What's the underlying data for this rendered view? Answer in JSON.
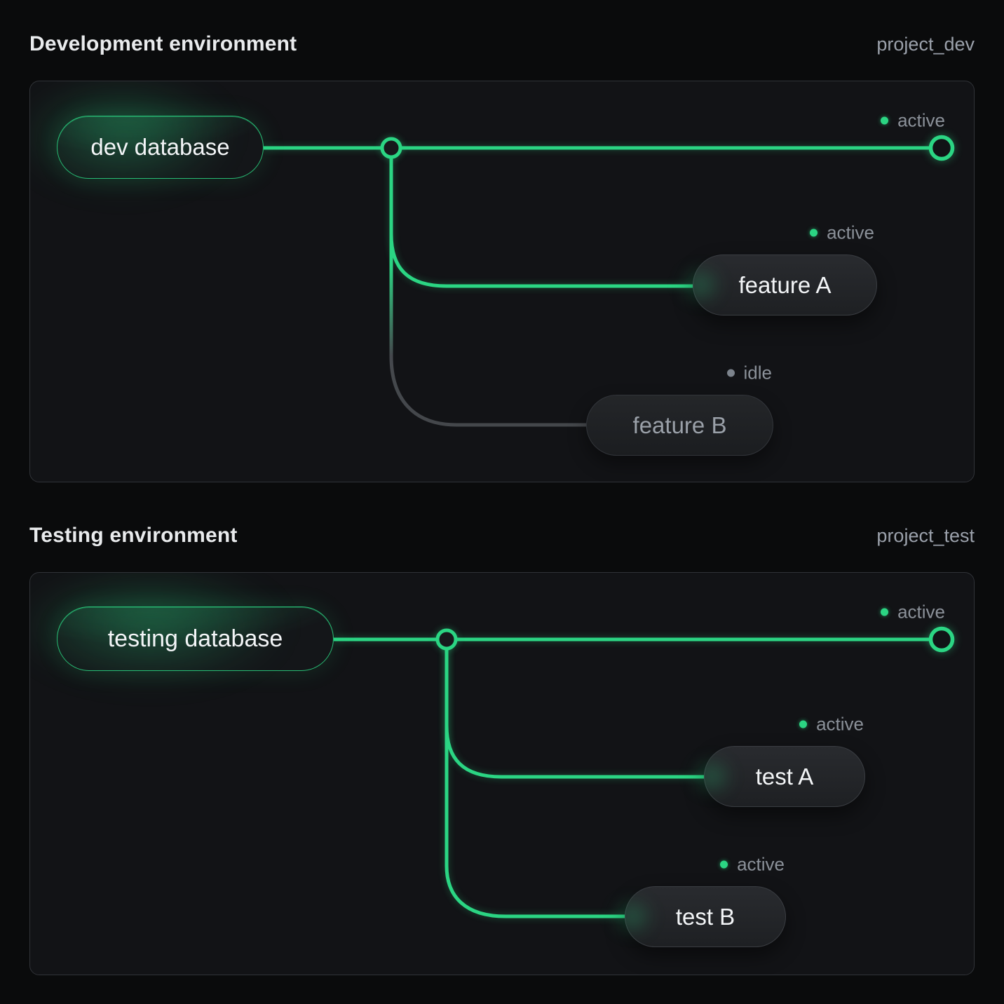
{
  "colors": {
    "accent_green": "#2bd583",
    "idle_gray": "#7c838c",
    "status_text": "#8b9199",
    "panel_background": "#121316",
    "page_background": "#0a0b0c"
  },
  "sections": [
    {
      "title": "Development environment",
      "project": "project_dev",
      "root": {
        "label": "dev database",
        "kind": "db"
      },
      "root_status": {
        "label": "active",
        "kind": "active"
      },
      "branches": [
        {
          "label": "feature A",
          "kind": "active",
          "status": {
            "label": "active",
            "kind": "active"
          }
        },
        {
          "label": "feature B",
          "kind": "idle",
          "status": {
            "label": "idle",
            "kind": "idle"
          }
        }
      ]
    },
    {
      "title": "Testing environment",
      "project": "project_test",
      "root": {
        "label": "testing database",
        "kind": "db"
      },
      "root_status": {
        "label": "active",
        "kind": "active"
      },
      "branches": [
        {
          "label": "test A",
          "kind": "active",
          "status": {
            "label": "active",
            "kind": "active"
          }
        },
        {
          "label": "test B",
          "kind": "active",
          "status": {
            "label": "active",
            "kind": "active"
          }
        }
      ]
    }
  ]
}
